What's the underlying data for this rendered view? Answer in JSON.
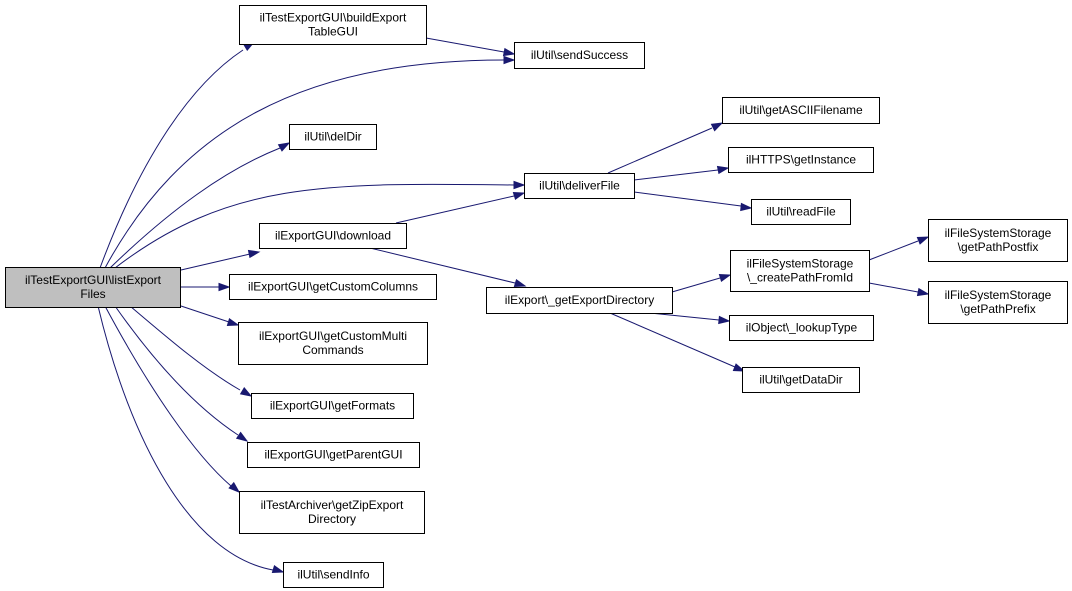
{
  "graph": {
    "nodes": [
      {
        "id": "root",
        "lines": [
          "ilTestExportGUI\\listExport",
          "Files"
        ],
        "highlight": true
      },
      {
        "id": "buildExportTable",
        "lines": [
          "ilTestExportGUI\\buildExport",
          "TableGUI"
        ]
      },
      {
        "id": "sendSuccess",
        "lines": [
          "ilUtil\\sendSuccess"
        ]
      },
      {
        "id": "delDir",
        "lines": [
          "ilUtil\\delDir"
        ]
      },
      {
        "id": "deliverFile",
        "lines": [
          "ilUtil\\deliverFile"
        ]
      },
      {
        "id": "getASCIIFilename",
        "lines": [
          "ilUtil\\getASCIIFilename"
        ]
      },
      {
        "id": "httpsGetInstance",
        "lines": [
          "ilHTTPS\\getInstance"
        ]
      },
      {
        "id": "readFile",
        "lines": [
          "ilUtil\\readFile"
        ]
      },
      {
        "id": "download",
        "lines": [
          "ilExportGUI\\download"
        ]
      },
      {
        "id": "getExportDirectory",
        "lines": [
          "ilExport\\_getExportDirectory"
        ]
      },
      {
        "id": "createPathFromId",
        "lines": [
          "ilFileSystemStorage",
          "\\_createPathFromId"
        ]
      },
      {
        "id": "getPathPostfix",
        "lines": [
          "ilFileSystemStorage",
          "\\getPathPostfix"
        ]
      },
      {
        "id": "getPathPrefix",
        "lines": [
          "ilFileSystemStorage",
          "\\getPathPrefix"
        ]
      },
      {
        "id": "lookupType",
        "lines": [
          "ilObject\\_lookupType"
        ]
      },
      {
        "id": "getDataDir",
        "lines": [
          "ilUtil\\getDataDir"
        ]
      },
      {
        "id": "getCustomColumns",
        "lines": [
          "ilExportGUI\\getCustomColumns"
        ]
      },
      {
        "id": "getCustomMultiCommands",
        "lines": [
          "ilExportGUI\\getCustomMulti",
          "Commands"
        ]
      },
      {
        "id": "getFormats",
        "lines": [
          "ilExportGUI\\getFormats"
        ]
      },
      {
        "id": "getParentGUI",
        "lines": [
          "ilExportGUI\\getParentGUI"
        ]
      },
      {
        "id": "getZipExportDirectory",
        "lines": [
          "ilTestArchiver\\getZipExport",
          "Directory"
        ]
      },
      {
        "id": "sendInfo",
        "lines": [
          "ilUtil\\sendInfo"
        ]
      }
    ],
    "edges": [
      {
        "from": "root",
        "to": "buildExportTable"
      },
      {
        "from": "root",
        "to": "sendSuccess"
      },
      {
        "from": "buildExportTable",
        "to": "sendSuccess"
      },
      {
        "from": "root",
        "to": "delDir"
      },
      {
        "from": "root",
        "to": "deliverFile"
      },
      {
        "from": "root",
        "to": "download"
      },
      {
        "from": "root",
        "to": "getCustomColumns"
      },
      {
        "from": "root",
        "to": "getCustomMultiCommands"
      },
      {
        "from": "root",
        "to": "getFormats"
      },
      {
        "from": "root",
        "to": "getParentGUI"
      },
      {
        "from": "root",
        "to": "getZipExportDirectory"
      },
      {
        "from": "root",
        "to": "sendInfo"
      },
      {
        "from": "deliverFile",
        "to": "getASCIIFilename"
      },
      {
        "from": "deliverFile",
        "to": "httpsGetInstance"
      },
      {
        "from": "deliverFile",
        "to": "readFile"
      },
      {
        "from": "download",
        "to": "deliverFile"
      },
      {
        "from": "download",
        "to": "getExportDirectory"
      },
      {
        "from": "getExportDirectory",
        "to": "createPathFromId"
      },
      {
        "from": "getExportDirectory",
        "to": "lookupType"
      },
      {
        "from": "getExportDirectory",
        "to": "getDataDir"
      },
      {
        "from": "createPathFromId",
        "to": "getPathPostfix"
      },
      {
        "from": "createPathFromId",
        "to": "getPathPrefix"
      }
    ]
  }
}
